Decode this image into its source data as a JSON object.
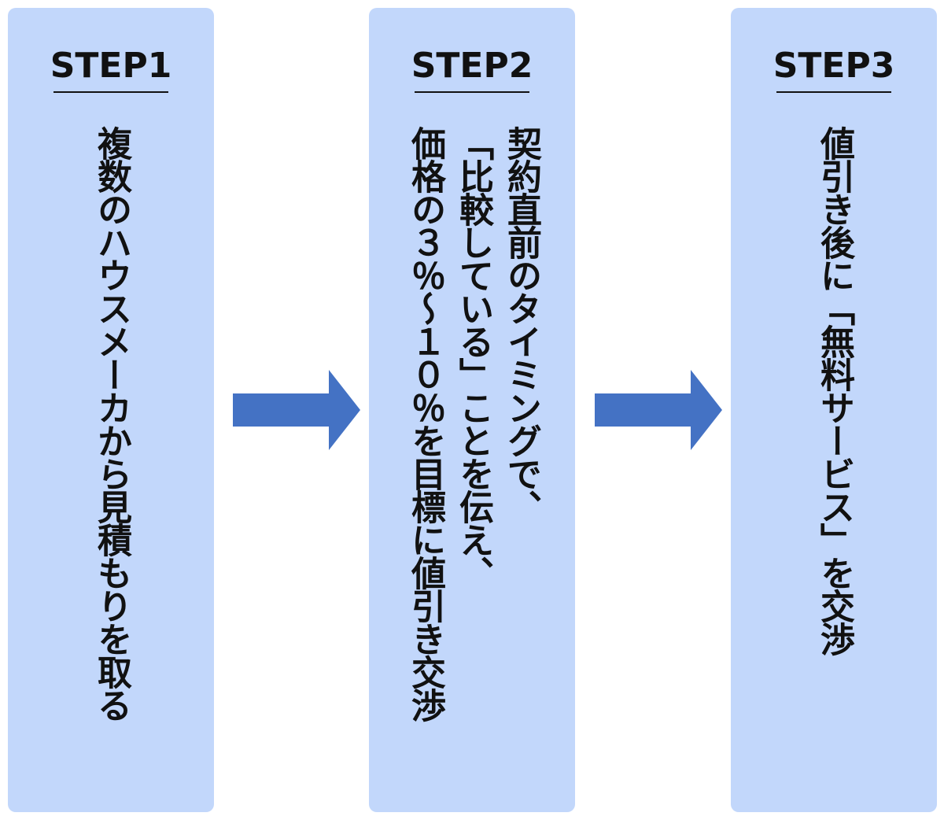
{
  "colors": {
    "box_bg": "#c2d7fb",
    "arrow": "#4472c4",
    "text": "#111111"
  },
  "steps": [
    {
      "title": "STEP1",
      "lines": [
        "複数のハウスメーカから見積もりを取る"
      ]
    },
    {
      "title": "STEP2",
      "lines": [
        "契約直前のタイミングで、",
        "「比較している」ことを伝え、",
        "価格の３％～１０％を目標に値引き交渉"
      ]
    },
    {
      "title": "STEP3",
      "lines": [
        "値引き後に「無料サービス」を交渉"
      ]
    }
  ],
  "arrows": [
    {
      "icon": "right-arrow-icon"
    },
    {
      "icon": "right-arrow-icon"
    }
  ]
}
